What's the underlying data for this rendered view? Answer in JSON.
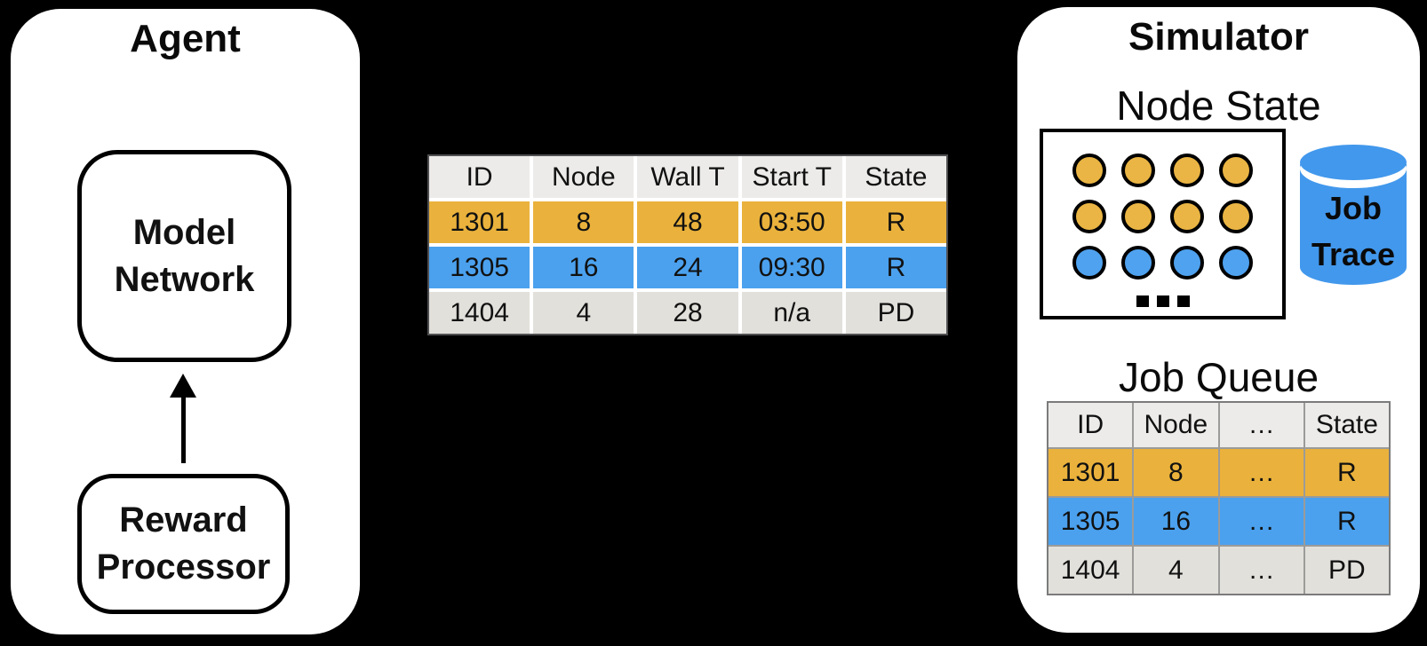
{
  "colors": {
    "background": "#000000",
    "panel_white": "#FFFFFF",
    "running_orange": "#EAB23C",
    "running_blue": "#4BA1EE",
    "pending_gray": "#E2E0DB",
    "header_gray": "#ECEBE9",
    "circle_orange": "#EAB544",
    "circle_blue": "#4FA2EF",
    "cylinder_blue": "#4298EC"
  },
  "agent": {
    "title": "Agent",
    "model_network": {
      "lines": [
        "Model",
        "Network"
      ]
    },
    "reward_processor": {
      "lines": [
        "Reward",
        "Processor"
      ]
    }
  },
  "job_table": {
    "headers": [
      "ID",
      "Node",
      "Wall T",
      "Start T",
      "State"
    ],
    "rows": [
      {
        "color": "orange",
        "values": [
          "1301",
          "8",
          "48",
          "03:50",
          "R"
        ]
      },
      {
        "color": "blue",
        "values": [
          "1305",
          "16",
          "24",
          "09:30",
          "R"
        ]
      },
      {
        "color": "gray",
        "values": [
          "1404",
          "4",
          "28",
          "n/a",
          "PD"
        ]
      }
    ]
  },
  "simulator": {
    "title": "Simulator",
    "node_state": {
      "label": "Node State",
      "circle_rows": [
        [
          "orange",
          "orange",
          "orange",
          "orange"
        ],
        [
          "orange",
          "orange",
          "orange",
          "orange"
        ],
        [
          "blue",
          "blue",
          "blue",
          "blue"
        ]
      ],
      "ellipsis_dots": 3
    },
    "job_trace": {
      "lines": [
        "Job",
        "Trace"
      ]
    },
    "job_queue": {
      "label": "Job Queue",
      "headers": [
        "ID",
        "Node",
        "…",
        "State"
      ],
      "rows": [
        {
          "color": "orange",
          "values": [
            "1301",
            "8",
            "…",
            "R"
          ]
        },
        {
          "color": "blue",
          "values": [
            "1305",
            "16",
            "…",
            "R"
          ]
        },
        {
          "color": "gray",
          "values": [
            "1404",
            "4",
            "…",
            "PD"
          ]
        }
      ]
    }
  }
}
